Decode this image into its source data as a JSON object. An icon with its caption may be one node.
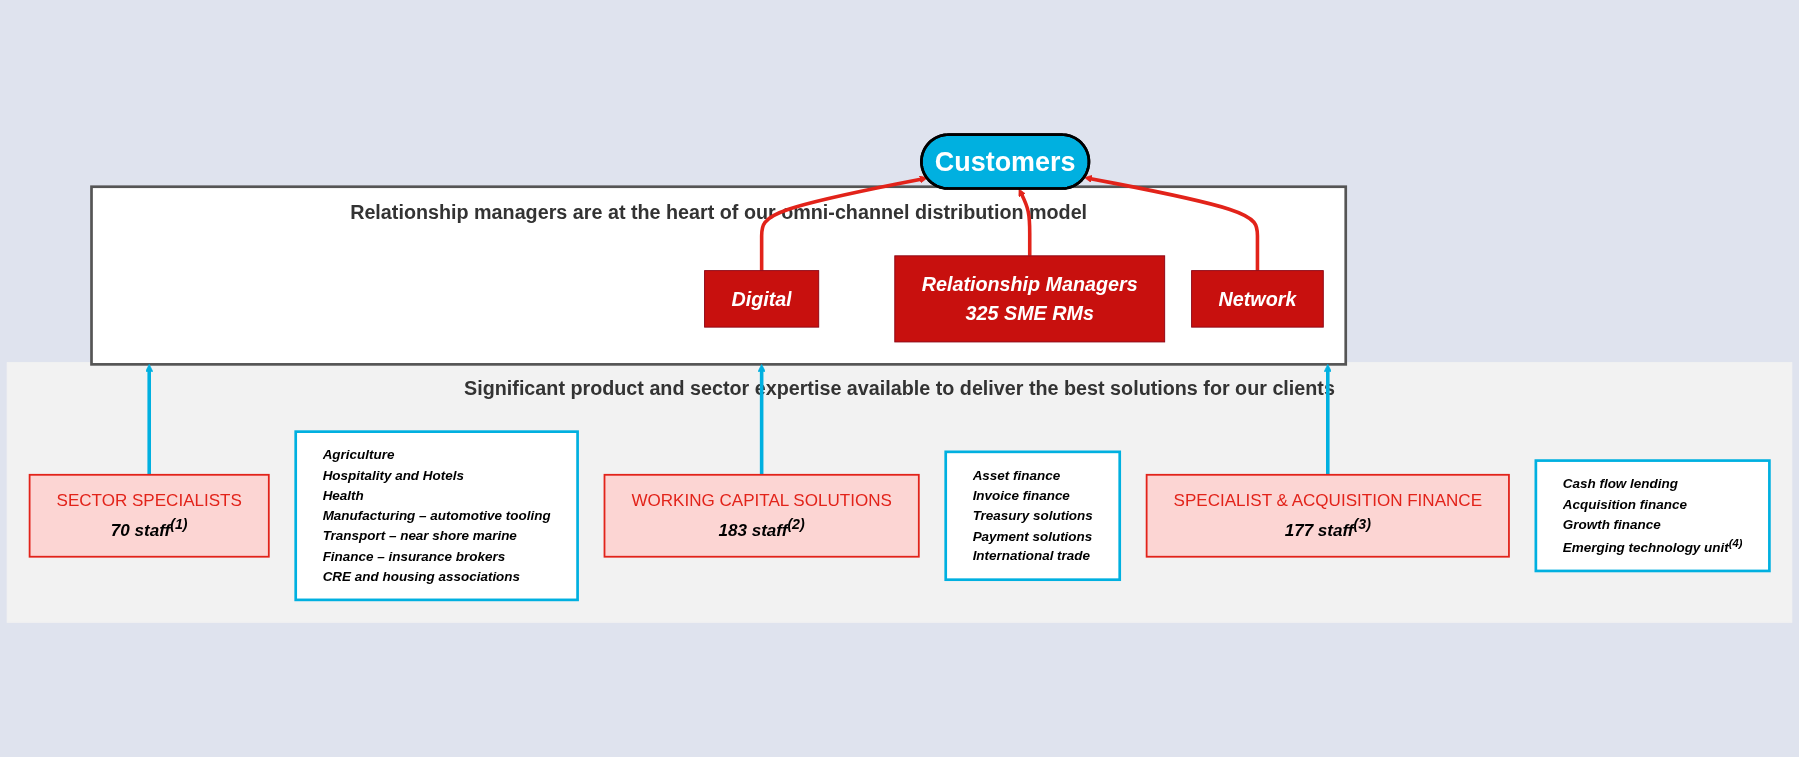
{
  "diagram": {
    "nodes": [
      {
        "text": [
          "Customers"
        ]
      },
      {
        "text": [
          "Relationship managers are at the heart of our omni-channel distribution model"
        ]
      },
      {
        "text": [
          "Digital"
        ],
        "in": 1
      },
      {
        "text": [
          "Relationship Managers",
          "325 SME RMs"
        ],
        "in": 1
      },
      {
        "text": [
          "Network"
        ],
        "in": 1
      },
      {
        "text": [
          "Significant product and sector expertise available to deliver the best solutions for our clients"
        ]
      },
      {
        "text": [
          "SECTOR SPECIALISTS",
          "70 staff$^{(1)}$"
        ],
        "in": 5
      },
      {
        "text": [
          "Agriculture",
          "Hospitality and Hotels",
          "Health",
          "Manufacturing – automotive tooling",
          "Transport – near shore marine",
          "Finance – insurance brokers",
          "CRE and housing associations"
        ],
        "in": 5
      },
      {
        "text": [
          "WORKING CAPITAL SOLUTIONS",
          "183 staff$^{(2)}$"
        ],
        "in": 5
      },
      {
        "text": [
          "Asset finance",
          "Invoice finance",
          "Treasury solutions",
          "Payment solutions",
          "International trade"
        ],
        "in": 5
      },
      {
        "text": [
          "SPECIALIST & ACQUISITION FINANCE",
          "177 staff$^{(3)}$"
        ],
        "in": 5
      },
      {
        "text": [
          "Cash flow lending",
          "Acquisition finance",
          "Growth finance",
          "Emerging technology unit$^{(4)}$"
        ],
        "in": 5
      }
    ],
    "edges": [
      {
        "from": 2,
        "to": 0,
        "arrow": "to",
        "color": "#e2231a"
      },
      {
        "from": 3,
        "to": 0,
        "arrow": "to",
        "color": "#e2231a"
      },
      {
        "from": 4,
        "to": 0,
        "arrow": "to",
        "color": "#e2231a"
      },
      {
        "from": 6,
        "to": 1,
        "arrow": "to",
        "color": "#00b0e0"
      },
      {
        "from": 8,
        "to": 1,
        "arrow": "to",
        "color": "#00b0e0"
      },
      {
        "from": 10,
        "to": 1,
        "arrow": "to",
        "color": "#00b0e0"
      }
    ]
  }
}
